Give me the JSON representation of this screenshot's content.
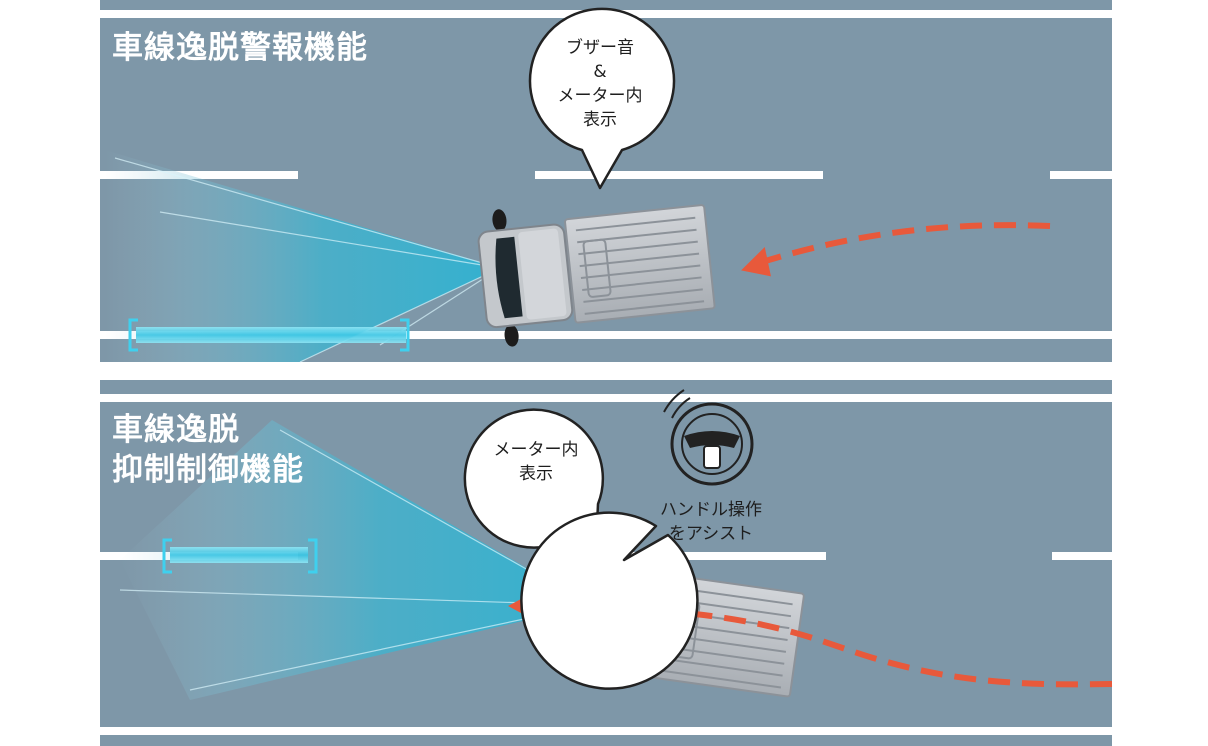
{
  "panels": [
    {
      "title_lines": [
        "車線逸脱警報機能"
      ],
      "bubbles": [
        {
          "lines": [
            "ブザー音",
            "&",
            "メーター内",
            "表示"
          ]
        }
      ]
    },
    {
      "title_lines": [
        "車線逸脱",
        "抑制制御機能"
      ],
      "bubbles": [
        {
          "lines": [
            "メーター内",
            "表示"
          ]
        },
        {
          "lines": [
            "ハンドル操作",
            "をアシスト"
          ],
          "icon": "steering-wheel-icon"
        }
      ]
    }
  ],
  "colors": {
    "road": "#7e97a8",
    "lane_marking": "#ffffff",
    "sensor_beam": "#26b5d6",
    "lane_highlight": "#52cfe8",
    "path_arrow": "#e8593b",
    "bubble_fill": "#ffffff",
    "bubble_stroke": "#222222",
    "truck_body": "#bfc3c8"
  }
}
